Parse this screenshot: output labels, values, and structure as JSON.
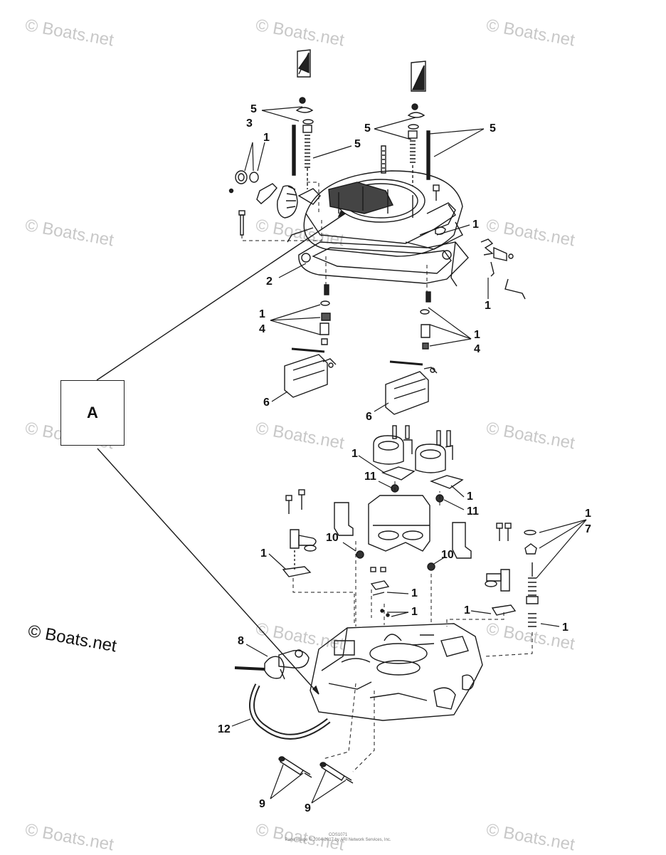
{
  "watermark": "© Boats.net",
  "box_label": "A",
  "copyright_mark": "© Boats.net",
  "footer": {
    "code": "COS1071",
    "line": "Page image © 2004-2017 by ARI Network Services, Inc."
  },
  "callouts": {
    "c5a": "5",
    "c5b": "5",
    "c5c": "5",
    "c5d": "5",
    "c3": "3",
    "c1a": "1",
    "c1b": "1",
    "c2": "2",
    "c1c": "1",
    "c1d": "1",
    "c4a": "4",
    "c1e": "1",
    "c4b": "4",
    "c6a": "6",
    "c6b": "6",
    "c1f": "1",
    "c11a": "11",
    "c1g": "1",
    "c11b": "11",
    "c1h": "1",
    "c7": "7",
    "c10a": "10",
    "c10b": "10",
    "c1i": "1",
    "c1j": "1",
    "c1k": "1",
    "c1l": "1",
    "c1m": "1",
    "c8": "8",
    "c12": "12",
    "c9a": "9",
    "c9b": "9"
  }
}
